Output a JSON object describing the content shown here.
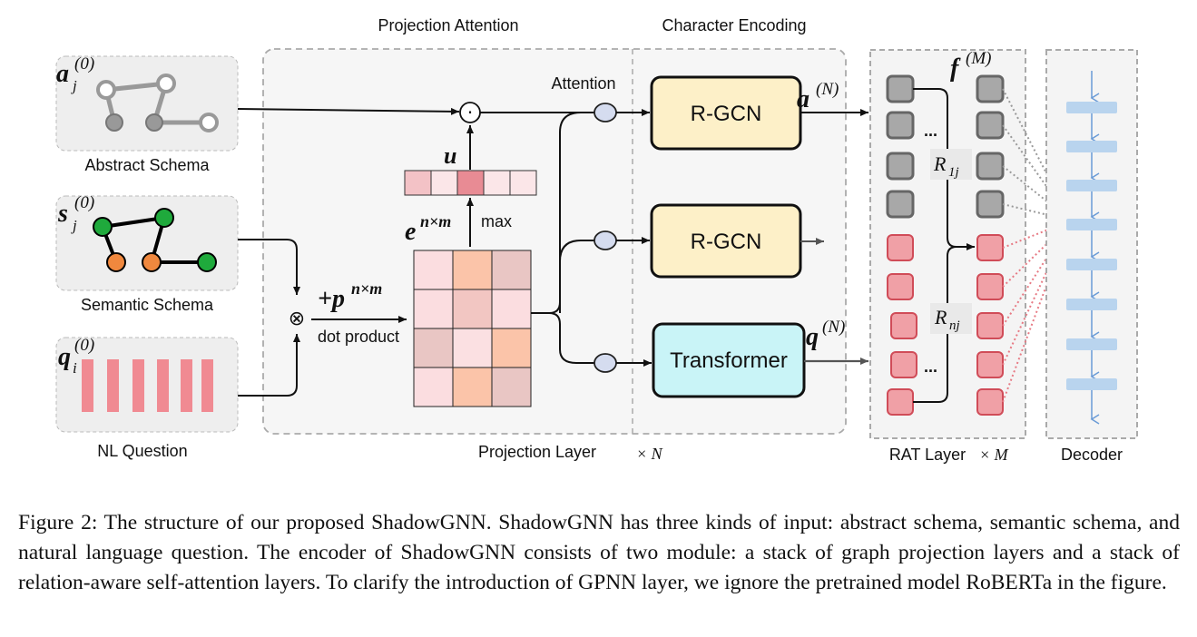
{
  "labels": {
    "projection_attention": "Projection Attention",
    "character_encoding": "Character Encoding",
    "abstract_schema": "Abstract Schema",
    "semantic_schema": "Semantic Schema",
    "nl_question": "NL Question",
    "attention": "Attention",
    "max": "max",
    "dot_product": "dot product",
    "projection_layer": "Projection Layer",
    "times_n": "× N",
    "rat_layer": "RAT Layer",
    "times_m": "× M",
    "decoder": "Decoder",
    "dots1": "...",
    "dots2": "..."
  },
  "math": {
    "a_j": "a",
    "a_j_sub": "j",
    "a_j_sup": "(0)",
    "s_j": "s",
    "s_j_sub": "j",
    "s_j_sup": "(0)",
    "q_i": "q",
    "q_i_sub": "i",
    "q_i_sup": "(0)",
    "u": "u",
    "e": "e",
    "e_sup": "n×m",
    "p_plus": "+p",
    "p_sup": "n×m",
    "a_n": "a",
    "a_n_sup": "(N)",
    "q_n": "q",
    "q_n_sup": "(N)",
    "f_m": "f",
    "f_m_sup": "(M)",
    "r1j": "R",
    "r1j_sub": "1j",
    "rnj": "R",
    "rnj_sub": "nj",
    "otimes": "⊗",
    "odot": "·"
  },
  "boxes": {
    "rgcn1": "R-GCN",
    "rgcn2": "R-GCN",
    "transformer": "Transformer"
  },
  "colors": {
    "rgcn_fill": "#fdf0c8",
    "transformer_fill": "#c9f4f7",
    "green_node": "#1faa3c",
    "orange_node": "#f0883e",
    "pink_bar": "#f08a92",
    "gray_node": "#a8a8a8",
    "decoder_bar": "#b9d4ee",
    "decoder_arrow": "#6a9bd6"
  },
  "matrix_cells": [
    [
      "#fbdde0",
      "#fbc4a9",
      "#e9c6c4"
    ],
    [
      "#fbdde0",
      "#f2c6c2",
      "#fbdde0"
    ],
    [
      "#e9c6c4",
      "#fbe0e2",
      "#fbc4a9"
    ],
    [
      "#fbdde0",
      "#fbc4a9",
      "#e9c6c4"
    ]
  ],
  "u_cells": [
    "#f3c2c6",
    "#fbe6e8",
    "#e88b94",
    "#fbe6e8",
    "#fbe6e8"
  ],
  "caption": "Figure 2: The structure of our proposed ShadowGNN. ShadowGNN has three kinds of input: abstract schema, semantic schema, and natural language question. The encoder of ShadowGNN consists of two module: a stack of graph projection layers and a stack of relation-aware self-attention layers. To clarify the introduction of GPNN layer, we ignore the pretrained model RoBERTa in the figure."
}
